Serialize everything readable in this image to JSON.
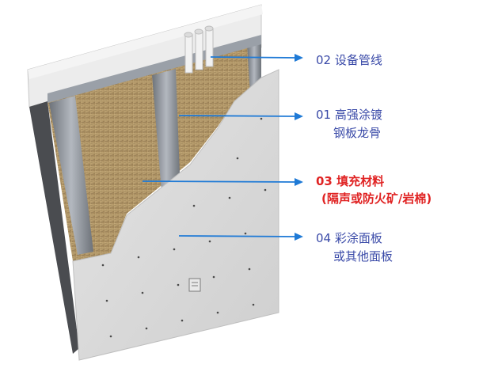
{
  "diagram": {
    "callouts": [
      {
        "id": "pipes",
        "lines": [
          "02 设备管线"
        ],
        "color": "#3a4aa8"
      },
      {
        "id": "keel",
        "lines": [
          "01 高强涂镀",
          "钢板龙骨"
        ],
        "color": "#3a4aa8"
      },
      {
        "id": "infill",
        "lines": [
          "03 填充材料",
          "(隔声或防火矿/岩棉)"
        ],
        "color": "#e02323"
      },
      {
        "id": "panel",
        "lines": [
          "04 彩涂面板",
          "或其他面板"
        ],
        "color": "#3a4aa8"
      }
    ],
    "arrow_color": "#1f7ad6",
    "panel_color": "#d9d9d9",
    "insulation_color": "#b39a6b",
    "stud_color": "#8e939a"
  }
}
